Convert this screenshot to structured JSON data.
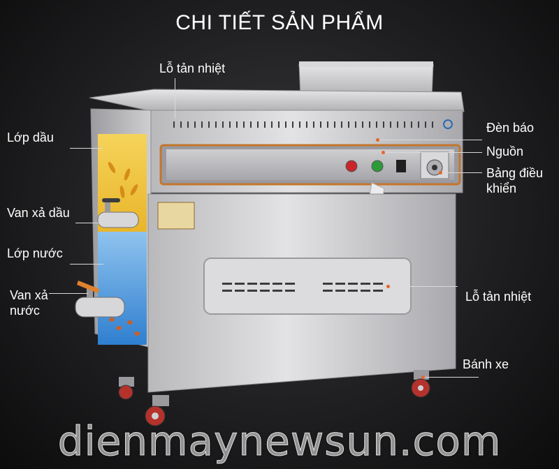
{
  "title": "CHI TIẾT SẢN PHẨM",
  "labels": {
    "vent_top": "Lỗ tản nhiệt",
    "indicator": "Đèn báo",
    "power": "Nguồn",
    "control_panel_line1": "Bảng điều",
    "control_panel_line2": "khiển",
    "oil_layer": "Lớp dầu",
    "oil_drain_valve": "Van xả dầu",
    "water_layer": "Lớp nước",
    "water_drain_line1": "Van xả",
    "water_drain_line2": "nước",
    "vent_front": "Lỗ tản nhiệt",
    "wheel": "Bánh xe"
  },
  "watermark": "dienmaynewsun.com",
  "colors": {
    "accent": "#e8652a",
    "oil": "#f0c33c",
    "water": "#4f9ee0",
    "steel": "#c9c9cb"
  }
}
